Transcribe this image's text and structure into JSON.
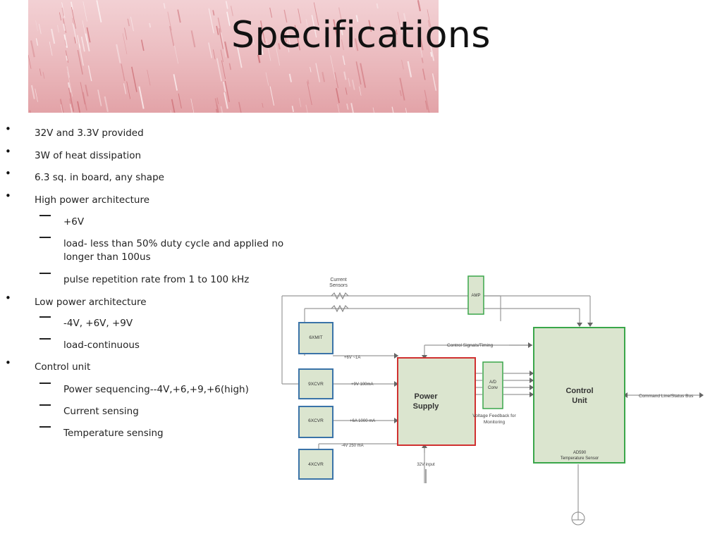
{
  "slide": {
    "title": "Specifications",
    "bullets": [
      {
        "level": 1,
        "text": "32V and 3.3V provided"
      },
      {
        "level": 1,
        "text": "3W  of heat dissipation"
      },
      {
        "level": 1,
        "text": "6.3 sq. in board, any shape"
      },
      {
        "level": 1,
        "text": "High power architecture"
      },
      {
        "level": 2,
        "text": "+6V"
      },
      {
        "level": 2,
        "text": "load- less than 50% duty cycle and  applied no longer than 100us"
      },
      {
        "level": 2,
        "text": "pulse repetition rate from 1 to 100 kHz"
      },
      {
        "level": 1,
        "text": "Low power architecture"
      },
      {
        "level": 2,
        "text": "-4V, +6V, +9V"
      },
      {
        "level": 2,
        "text": "load-continuous"
      },
      {
        "level": 1,
        "text": "Control unit"
      },
      {
        "level": 2,
        "text": "Power sequencing--4V,+6,+9,+6(high)"
      },
      {
        "level": 2,
        "text": "Current sensing"
      },
      {
        "level": 2,
        "text": "Temperature sensing"
      }
    ]
  },
  "diagram": {
    "current_sensors_line1": "Current",
    "current_sensors_line2": "Sensors",
    "amp": "AMP",
    "xmit6": "6XMIT",
    "xcvr9": "9XCVR",
    "xcvr6": "6XCVR",
    "xcvr4": "4XCVR",
    "rail_6v1a": "+6V ~1A",
    "rail_9v": "+9V 100mA",
    "rail_6a": "+6A 1000 mA",
    "rail_4v": "-4V 250 mA",
    "control_signals": "Control Signals/Timing",
    "power_supply_line1": "Power",
    "power_supply_line2": "Supply",
    "ad_line1": "A/D",
    "ad_line2": "Conv",
    "voltage_feedback_line1": "Voltage Feedback for",
    "voltage_feedback_line2": "Monitoring",
    "control_unit_line1": "Control",
    "control_unit_line2": "Unit",
    "temp_sensor_line1": "AD590",
    "temp_sensor_line2": "Temperature Sensor",
    "input_32v": "32V input",
    "command_line": "Command Line/Status Bus",
    "colors": {
      "box_fill": "#dbe5cf",
      "box_border_blue": "#3a73a8",
      "box_border_green": "#3aa64a",
      "box_border_red": "#d03030",
      "banner": "#d9848a"
    }
  }
}
